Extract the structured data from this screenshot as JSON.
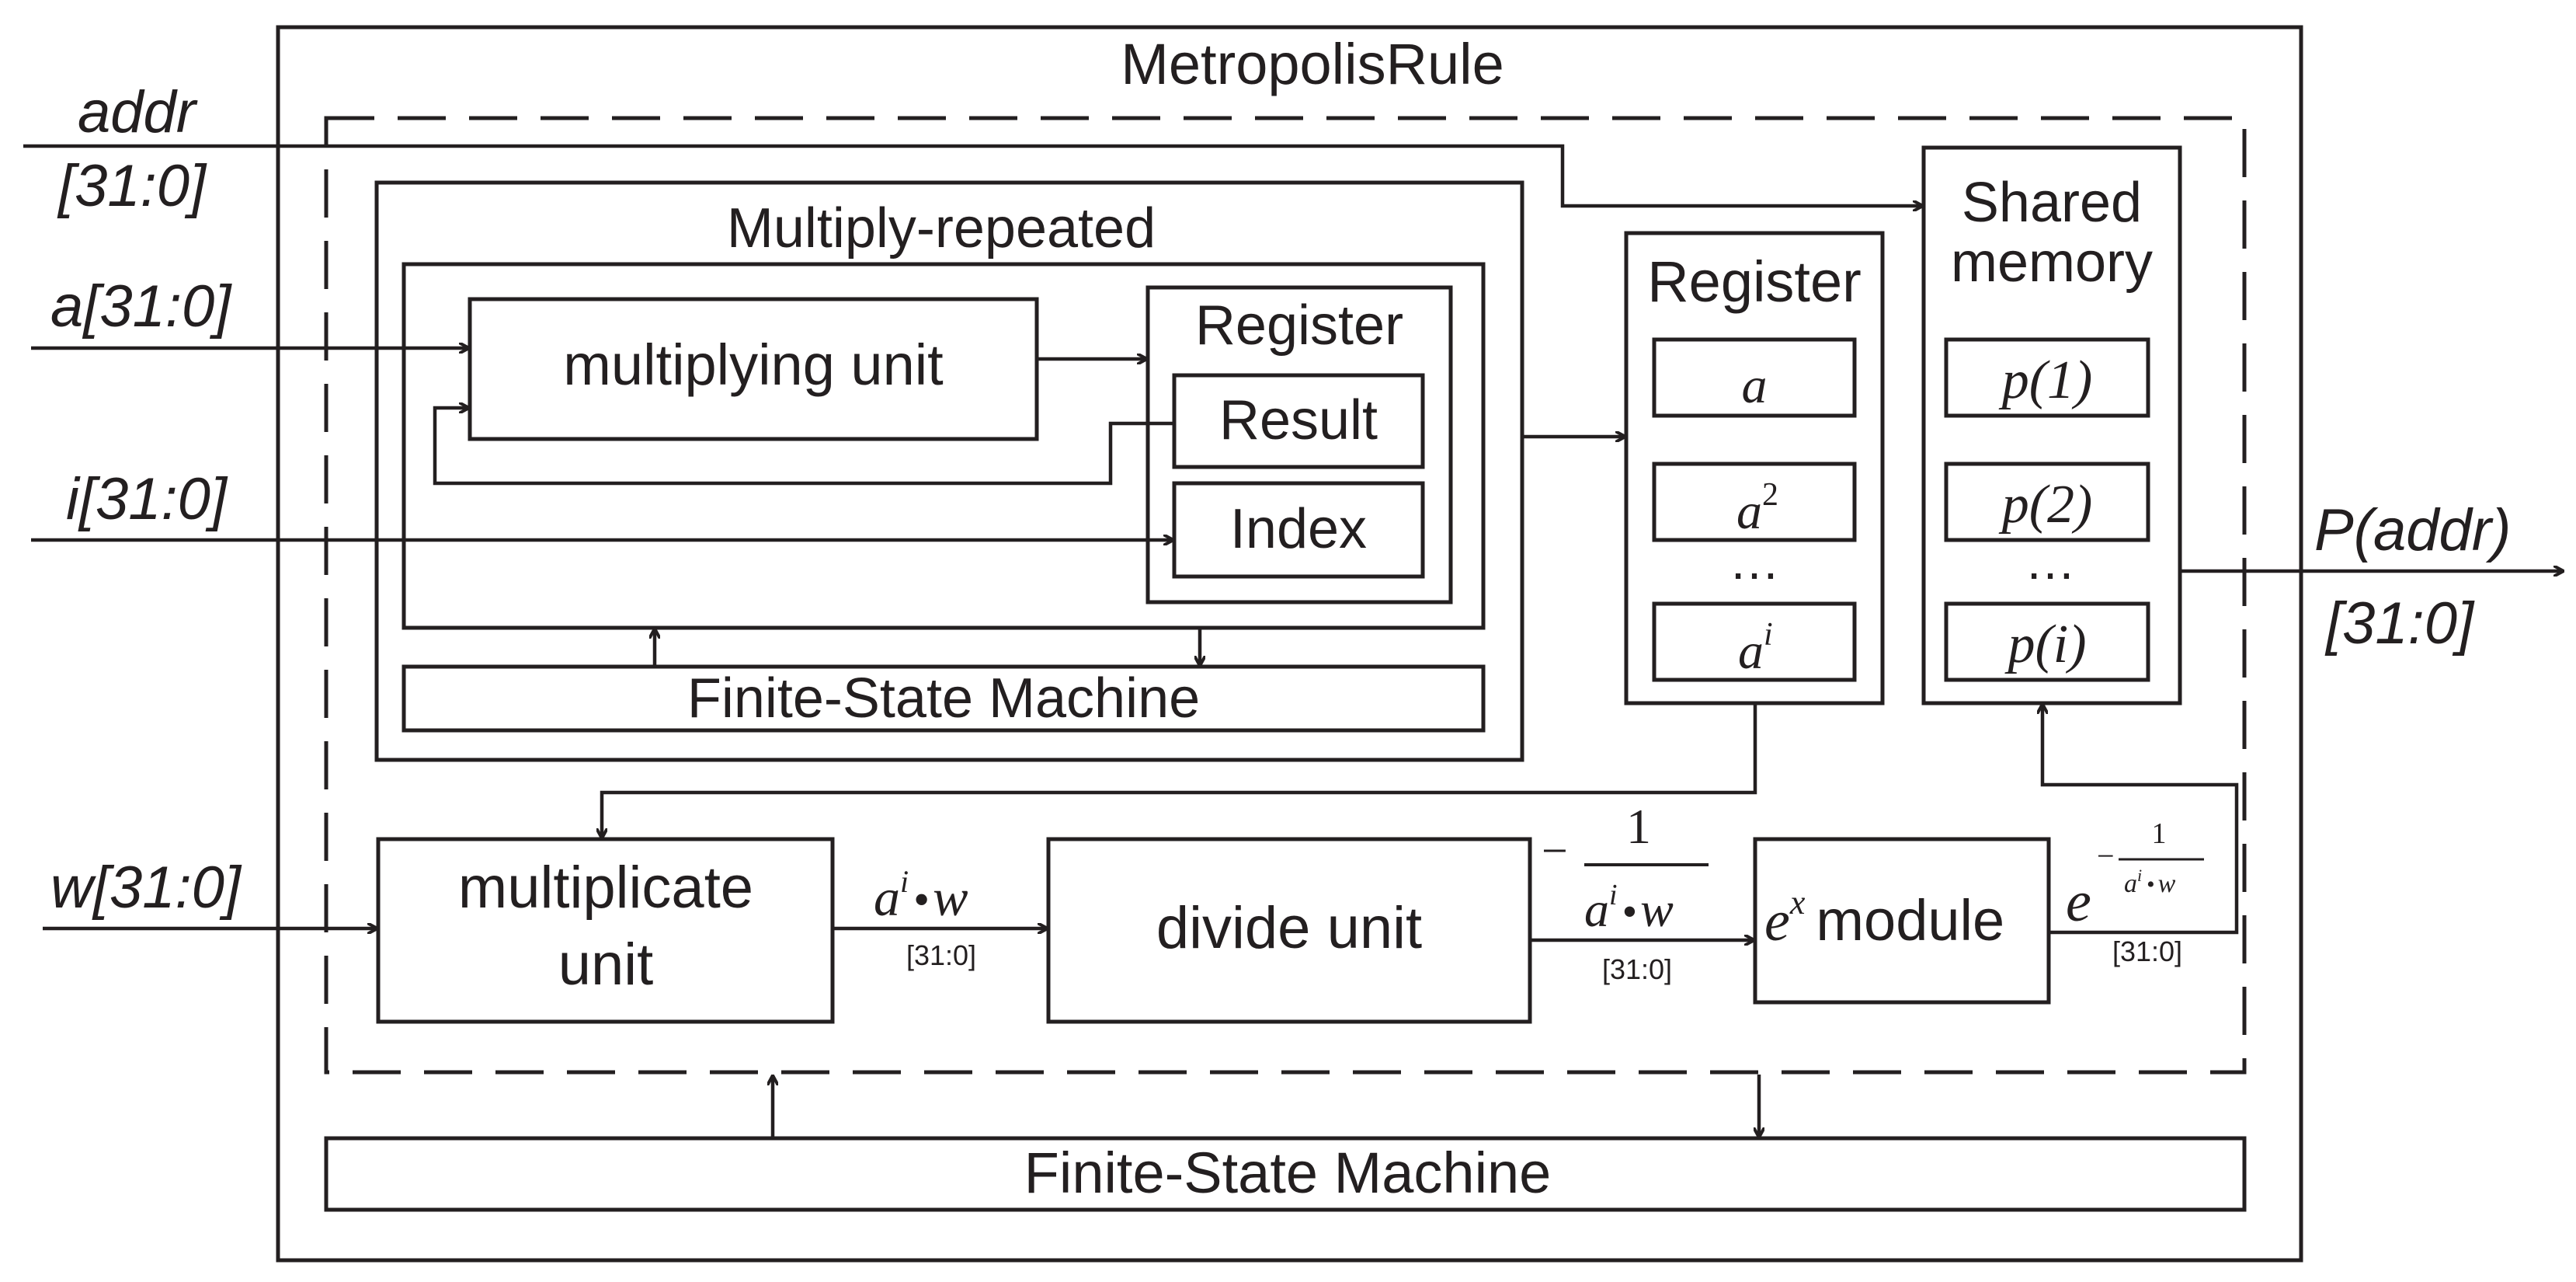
{
  "title": "MetropolisRule",
  "inputs": {
    "addr_name": "addr",
    "addr_bits": "[31:0]",
    "a": "a[31:0]",
    "i": "i[31:0]",
    "w": "w[31:0]"
  },
  "output": {
    "name": "P(addr)",
    "bits": "[31:0]"
  },
  "multiply_repeated": {
    "title": "Multiply-repeated",
    "multiplying_unit": "multiplying unit",
    "register_title": "Register",
    "result": "Result",
    "index": "Index",
    "fsm": "Finite-State Machine"
  },
  "register": {
    "title": "Register",
    "cells": [
      "a",
      "a",
      "a"
    ],
    "cell_exponents": [
      "",
      "2",
      "i"
    ],
    "ellipsis": "…"
  },
  "shared_memory": {
    "title_line1": "Shared",
    "title_line2": "memory",
    "cells": [
      "p(1)",
      "p(2)",
      "p(i)"
    ],
    "ellipsis": "…"
  },
  "pipeline": {
    "multiplicate_line1": "multiplicate",
    "multiplicate_line2": "unit",
    "divide": "divide unit",
    "exp_base": "e",
    "exp_power": "x",
    "exp_module": "module"
  },
  "signals": {
    "product_a": "a",
    "product_i": "i",
    "product_dot": "•",
    "product_w": "w",
    "bus": "[31:0]",
    "neg": "−",
    "one": "1",
    "exp_e": "e"
  },
  "outer_fsm": "Finite-State Machine"
}
